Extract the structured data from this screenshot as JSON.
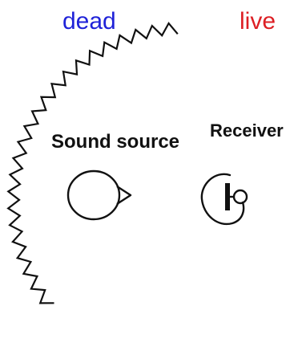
{
  "labels": {
    "dead": "dead",
    "live": "live",
    "source": "Sound source",
    "receiver": "Receiver"
  },
  "colors": {
    "dead": "#1f22d8",
    "live": "#dd1f24",
    "ink": "#111111"
  },
  "icons": {
    "wall": "zigzag-absorbing-wall-icon",
    "source": "sound-source-head-icon",
    "receiver": "receiver-ear-icon"
  }
}
